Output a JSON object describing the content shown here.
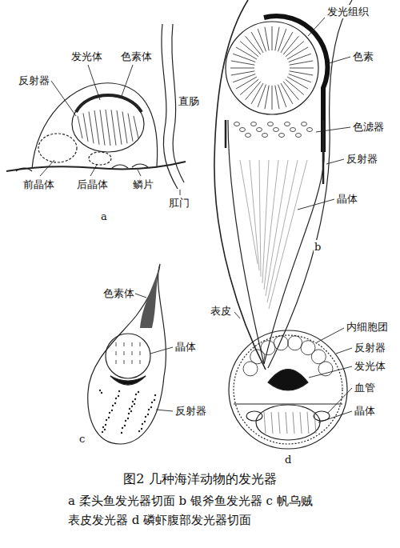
{
  "diagram": {
    "title": "图2 几种海洋动物的发光器",
    "caption": "a 柔头鱼发光器切面 b 银斧鱼发光器 c 帆乌贼 表皮发光器 d 磷虾腹部发光器切面",
    "labels": [
      "发光体",
      "色素体",
      "反射器",
      "直肠",
      "前晶体",
      "后晶体",
      "鳞片",
      "肛门",
      "a",
      "发光组织",
      "色素",
      "色滤器",
      "反射器",
      "晶体",
      "表皮",
      "b",
      "色素体",
      "晶体",
      "反射器",
      "c",
      "内细胞团",
      "反射器",
      "发光体",
      "血管",
      "晶体",
      "d"
    ]
  }
}
